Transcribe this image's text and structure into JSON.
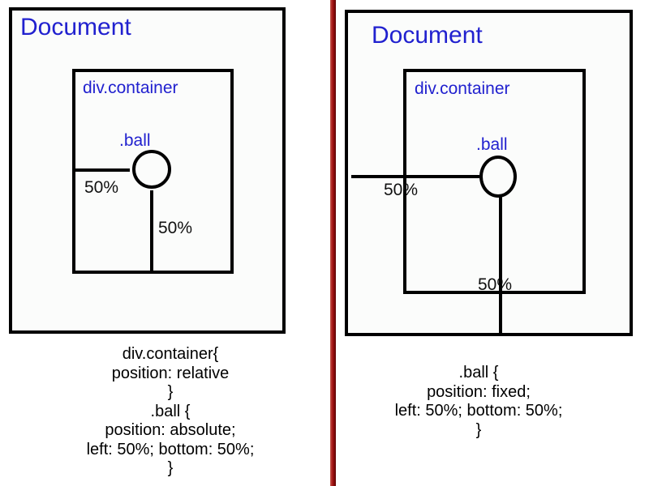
{
  "colors": {
    "label_blue": "#2121cf",
    "line_black": "#000000",
    "divider_red": "#a31212",
    "box_fill": "#fbfcfb"
  },
  "left_panel": {
    "document_label": "Document",
    "container_label": "div.container",
    "ball_label": ".ball",
    "horizontal_percent": "50%",
    "vertical_percent": "50%",
    "code_lines": [
      "div.container{",
      "position: relative",
      "}",
      ".ball {",
      "position: absolute;",
      "left: 50%; bottom: 50%;",
      "}"
    ]
  },
  "right_panel": {
    "document_label": "Document",
    "container_label": "div.container",
    "ball_label": ".ball",
    "horizontal_percent": "50%",
    "vertical_percent": "50%",
    "code_lines": [
      ".ball {",
      "position: fixed;",
      "left: 50%; bottom: 50%;",
      "}"
    ]
  }
}
